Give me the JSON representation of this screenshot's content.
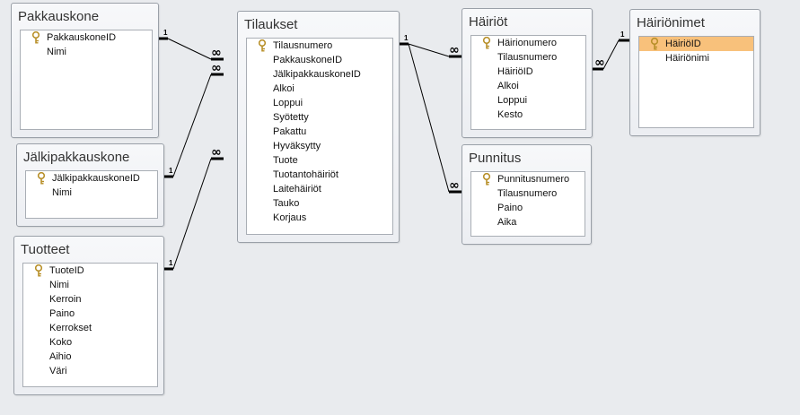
{
  "tables": [
    {
      "id": "pakkauskone",
      "title": "Pakkauskone",
      "fields": [
        {
          "name": "PakkauskoneID",
          "key": true
        },
        {
          "name": "Nimi"
        }
      ]
    },
    {
      "id": "jalkipakkauskone",
      "title": "Jälkipakkauskone",
      "fields": [
        {
          "name": "JälkipakkauskoneID",
          "key": true
        },
        {
          "name": "Nimi"
        }
      ]
    },
    {
      "id": "tuotteet",
      "title": "Tuotteet",
      "fields": [
        {
          "name": "TuoteID",
          "key": true
        },
        {
          "name": "Nimi"
        },
        {
          "name": "Kerroin"
        },
        {
          "name": "Paino"
        },
        {
          "name": "Kerrokset"
        },
        {
          "name": "Koko"
        },
        {
          "name": "Aihio"
        },
        {
          "name": "Väri"
        }
      ]
    },
    {
      "id": "tilaukset",
      "title": "Tilaukset",
      "fields": [
        {
          "name": "Tilausnumero",
          "key": true
        },
        {
          "name": "PakkauskoneID"
        },
        {
          "name": "JälkipakkauskoneID"
        },
        {
          "name": "Alkoi"
        },
        {
          "name": "Loppui"
        },
        {
          "name": "Syötetty"
        },
        {
          "name": "Pakattu"
        },
        {
          "name": "Hyväksytty"
        },
        {
          "name": "Tuote"
        },
        {
          "name": "Tuotantohäiriöt"
        },
        {
          "name": "Laitehäiriöt"
        },
        {
          "name": "Tauko"
        },
        {
          "name": "Korjaus"
        }
      ]
    },
    {
      "id": "hairiot",
      "title": "Häiriöt",
      "fields": [
        {
          "name": "Häirionumero",
          "key": true
        },
        {
          "name": "Tilausnumero"
        },
        {
          "name": "HäiriöID"
        },
        {
          "name": "Alkoi"
        },
        {
          "name": "Loppui"
        },
        {
          "name": "Kesto"
        }
      ]
    },
    {
      "id": "punnitus",
      "title": "Punnitus",
      "fields": [
        {
          "name": "Punnitusnumero",
          "key": true
        },
        {
          "name": "Tilausnumero"
        },
        {
          "name": "Paino"
        },
        {
          "name": "Aika"
        }
      ]
    },
    {
      "id": "hairionimet",
      "title": "Häiriönimet",
      "fields": [
        {
          "name": "HäiriöID",
          "key": true,
          "selected": true
        },
        {
          "name": "Häiriönimi"
        }
      ]
    }
  ],
  "relationships": [
    {
      "from": "pakkauskone",
      "to": "tilaukset",
      "one": "1",
      "many": "∞"
    },
    {
      "from": "jalkipakkauskone",
      "to": "tilaukset",
      "one": "1",
      "many": "∞"
    },
    {
      "from": "tuotteet",
      "to": "tilaukset",
      "one": "1",
      "many": "∞"
    },
    {
      "from": "tilaukset",
      "to": "hairiot",
      "one": "1",
      "many": "∞"
    },
    {
      "from": "tilaukset",
      "to": "punnitus",
      "one": "1",
      "many": "∞"
    },
    {
      "from": "hairionimet",
      "to": "hairiot",
      "one": "1",
      "many": "∞"
    }
  ],
  "colors": {
    "background": "#e9ebee",
    "selection": "#f8c17b",
    "key_icon": "#c8a23a"
  }
}
